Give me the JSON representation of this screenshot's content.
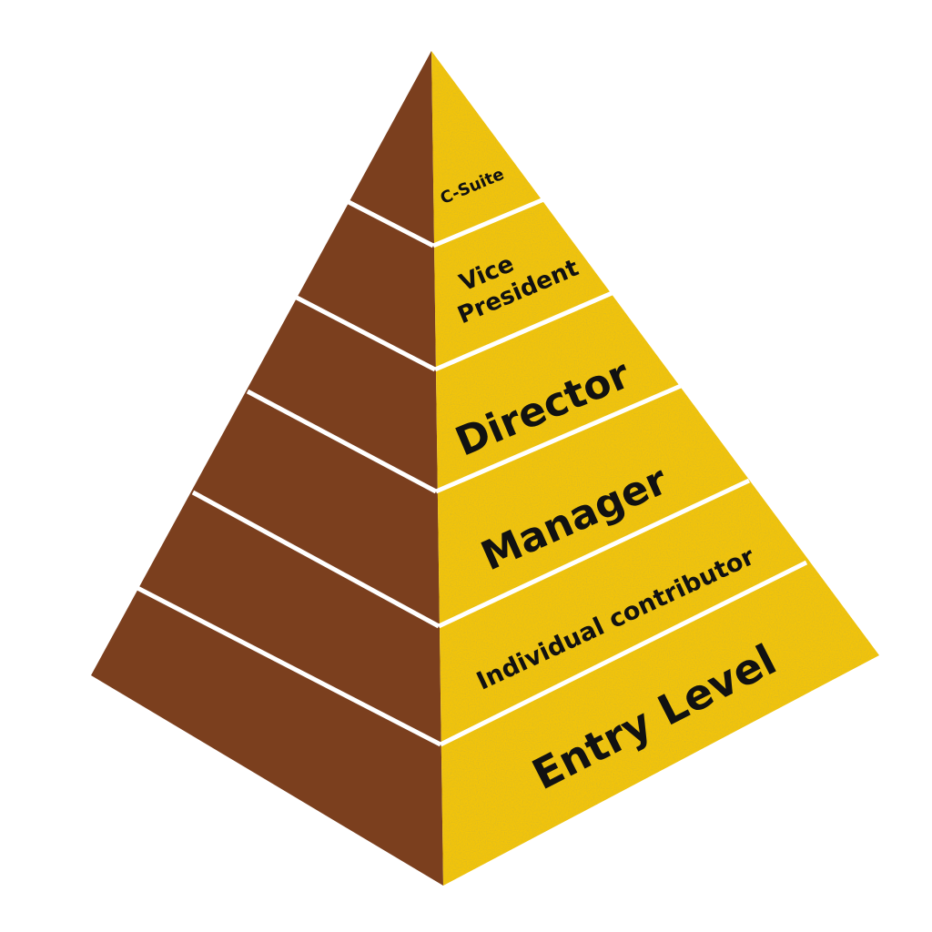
{
  "colors": {
    "left_face": "#7b3f1e",
    "right_face": "#f2c40a",
    "right_face_speckle": "#a88410",
    "separator": "#ffffff",
    "text": "#111111"
  },
  "levels": [
    {
      "id": "c-suite",
      "label": "C-Suite"
    },
    {
      "id": "vice-president",
      "label_lines": [
        "Vice",
        "President"
      ]
    },
    {
      "id": "director",
      "label": "Director"
    },
    {
      "id": "manager",
      "label": "Manager"
    },
    {
      "id": "individual-contributor",
      "label": "Individual contributor"
    },
    {
      "id": "entry-level",
      "label": "Entry Level"
    }
  ]
}
